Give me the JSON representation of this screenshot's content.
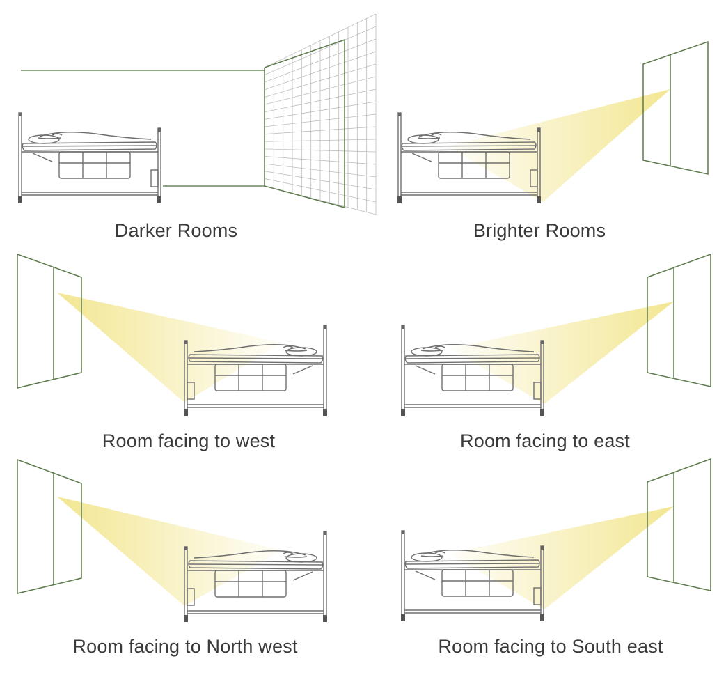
{
  "colors": {
    "window_line": "#5d7a4a",
    "wall_line": "#6b8a5a",
    "light_beam": "#f2e58c",
    "bed_line": "#6f6f6f",
    "caption_text": "#3a3a3a",
    "background": "#ffffff"
  },
  "panels": [
    {
      "id": "darker",
      "caption": "Darker Rooms",
      "light": "none"
    },
    {
      "id": "brighter",
      "caption": "Brighter Rooms",
      "light": "window-right"
    },
    {
      "id": "west",
      "caption": "Room facing to west",
      "light": "window-left"
    },
    {
      "id": "east",
      "caption": "Room facing to east",
      "light": "window-right"
    },
    {
      "id": "northwest",
      "caption": "Room facing to North west",
      "light": "window-left"
    },
    {
      "id": "southeast",
      "caption": "Room facing to South east",
      "light": "window-right"
    }
  ]
}
